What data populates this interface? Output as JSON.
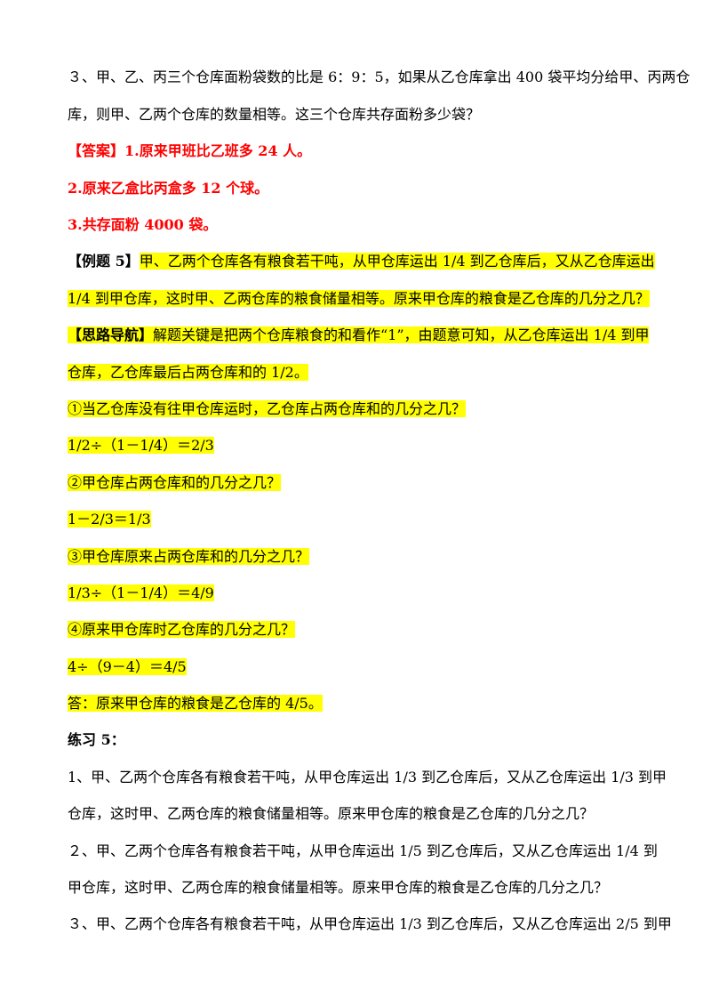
{
  "problem3": {
    "line1": "３、甲、乙、丙三个仓库面粉袋数的比是 6：9：5，如果从乙仓库拿出 400 袋平均分给甲、丙两仓",
    "line2": "库，则甲、乙两个仓库的数量相等。这三个仓库共存面粉多少袋？"
  },
  "answers": {
    "line1": "【答案】1.原来甲班比乙班多 24 人。",
    "line2": "2.原来乙盒比丙盒多 12 个球。",
    "line3": "3.共存面粉 4000 袋。"
  },
  "example5": {
    "tag": "【例题 5】",
    "line1": "甲、乙两个仓库各有粮食若干吨，从甲仓库运出 1/4 到乙仓库后，又从乙仓库运出",
    "line2": "1/4 到甲仓库，这时甲、乙两仓库的粮食储量相等。原来甲仓库的粮食是乙仓库的几分之几？"
  },
  "guide": {
    "tag": "【思路导航】",
    "line1": "解题关键是把两个仓库粮食的和看作“1”，由题意可知，从乙仓库运出 1/4 到甲",
    "line2": "仓库，乙仓库最后占两仓库和的 1/2。"
  },
  "steps": [
    "①当乙仓库没有往甲仓库运时，乙仓库占两仓库和的几分之几？",
    "1/2÷（1－1/4）＝2/3",
    "②甲仓库占两仓库和的几分之几？",
    "1－2/3＝1/3",
    "③甲仓库原来占两仓库和的几分之几？",
    "1/3÷（1－1/4）＝4/9",
    "④原来甲仓库时乙仓库的几分之几？",
    "4÷（9－4）＝4/5",
    "答：原来甲仓库的粮食是乙仓库的 4/5。"
  ],
  "practice": {
    "title": "练习 5：",
    "p1_line1": "1、甲、乙两个仓库各有粮食若干吨，从甲仓库运出 1/3 到乙仓库后，又从乙仓库运出 1/3 到甲",
    "p1_line2": "仓库，这时甲、乙两仓库的粮食储量相等。原来甲仓库的粮食是乙仓库的几分之几？",
    "p2_line1": "２、甲、乙两个仓库各有粮食若干吨，从甲仓库运出 1/5 到乙仓库后，又从乙仓库运出 1/4 到",
    "p2_line2": "甲仓库，这时甲、乙两仓库的粮食储量相等。原来甲仓库的粮食是乙仓库的几分之几？",
    "p3_line1": "３、甲、乙两个仓库各有粮食若干吨，从甲仓库运出 1/3 到乙仓库后，又从乙仓库运出 2/5 到甲"
  },
  "colors": {
    "answer_red": "#ff0000",
    "highlight": "#ffff00"
  }
}
